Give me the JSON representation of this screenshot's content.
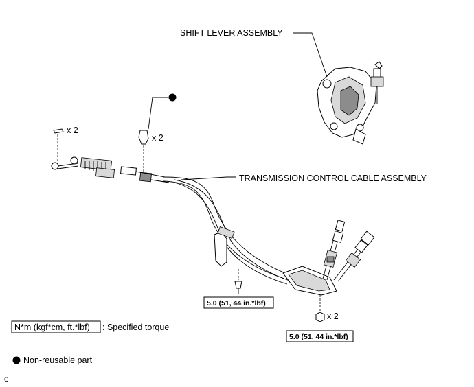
{
  "labels": {
    "shift_lever": "SHIFT LEVER ASSEMBLY",
    "control_cable": "TRANSMISSION CONTROL CABLE ASSEMBLY"
  },
  "quantities": {
    "clip_left": "x 2",
    "clip_center": "x 2",
    "nut": "x 2"
  },
  "torques": {
    "bolt": "5.0 (51, 44 in.*lbf)",
    "nut": "5.0 (51, 44 in.*lbf)"
  },
  "legend": {
    "torque_unit": "N*m (kgf*cm, ft.*lbf)",
    "torque_desc": ": Specified torque",
    "nonreusable": "Non-reusable part"
  },
  "figure_code": "C"
}
